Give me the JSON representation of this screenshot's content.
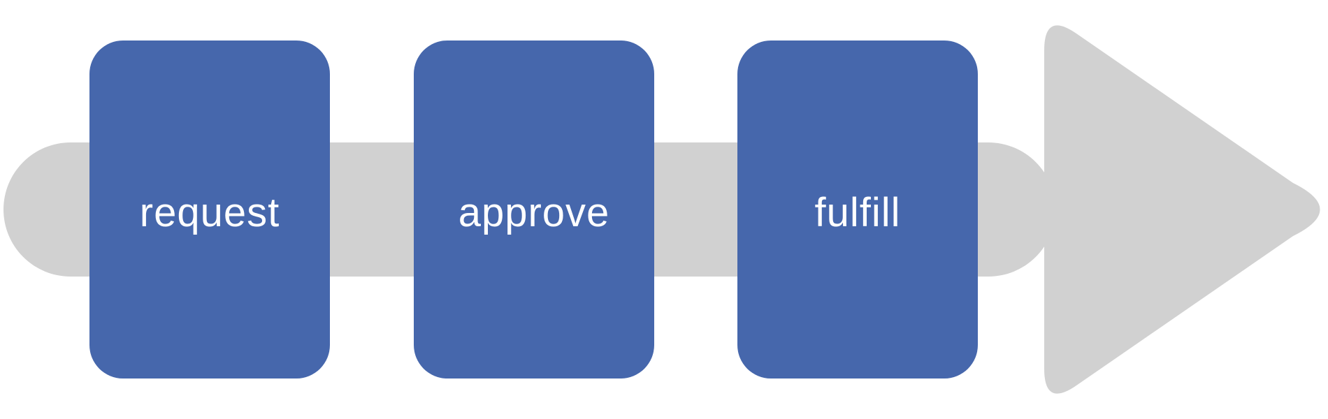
{
  "diagram": {
    "type": "process-flow",
    "direction": "left-to-right",
    "colors": {
      "background": "#ffffff",
      "arrow": "#d1d1d1",
      "step_fill": "#4667ac",
      "step_text": "#ffffff"
    },
    "steps": [
      {
        "label": "request"
      },
      {
        "label": "approve"
      },
      {
        "label": "fulfill"
      }
    ]
  }
}
